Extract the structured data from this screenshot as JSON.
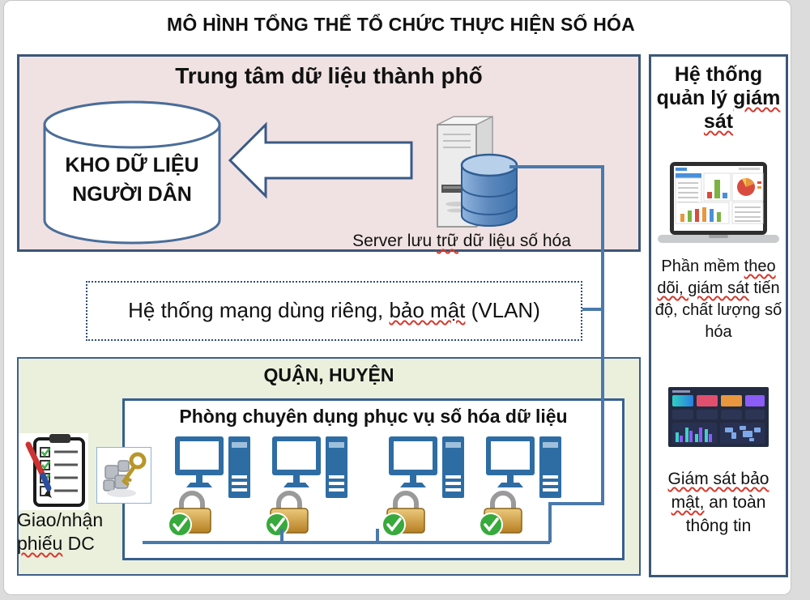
{
  "page_title": "MÔ HÌNH TỔNG THỂ TỔ CHỨC THỰC HIỆN SỐ HÓA",
  "data_center": {
    "title": "Trung tâm dữ liệu thành phố",
    "warehouse": {
      "line1": "KHO DỮ LIỆU",
      "line2": "NGƯỜI DÂN"
    },
    "server_caption": {
      "pre": "Server lưu ",
      "wavy": "trữ",
      "post": " dữ liệu số hóa"
    }
  },
  "vlan": {
    "pre": "Hệ thống mạng dùng riêng, ",
    "wavy": "bảo mật",
    "post": " (VLAN)"
  },
  "district": {
    "title": "QUẬN, HUYỆN",
    "room_title": "Phòng chuyên dụng phục vụ số hóa dữ liệu",
    "workstation_count": 4
  },
  "handover": {
    "line1": "Giao/nhận",
    "wavy": "phiếu",
    "post": " DC"
  },
  "monitoring": {
    "title": {
      "pre": "Hệ thống quản lý ",
      "wavy": "giám sát"
    },
    "progress": {
      "pre": "Phần mềm ",
      "wavy": "theo dõi, giám sát",
      "post": " tiến độ, chất lượng số hóa"
    },
    "security": {
      "wavy": "Giám sát bảo mật,",
      "post": " an toàn thông tin"
    }
  },
  "icons": {
    "warehouse": "database-cylinder-icon",
    "flow": "left-block-arrow-icon",
    "server": "server-database-icon",
    "workstation": "desktop-computer-icon",
    "security": "padlock-check-icon",
    "handover": "checklist-clipboard-icon",
    "access": "key-icon",
    "monitor_app": "laptop-dashboard-icon",
    "security_app": "dark-dashboard-icon"
  },
  "colors": {
    "dark_border": "#3b5676",
    "steel_blue": "#2e6da4",
    "connector": "#4a79ab",
    "pink_fill": "#f0e2e2",
    "green_fill": "#ebf0dd",
    "wavy_red": "#d43a2f",
    "lock_gold": "#d9a441",
    "lock_green": "#38a93c"
  }
}
